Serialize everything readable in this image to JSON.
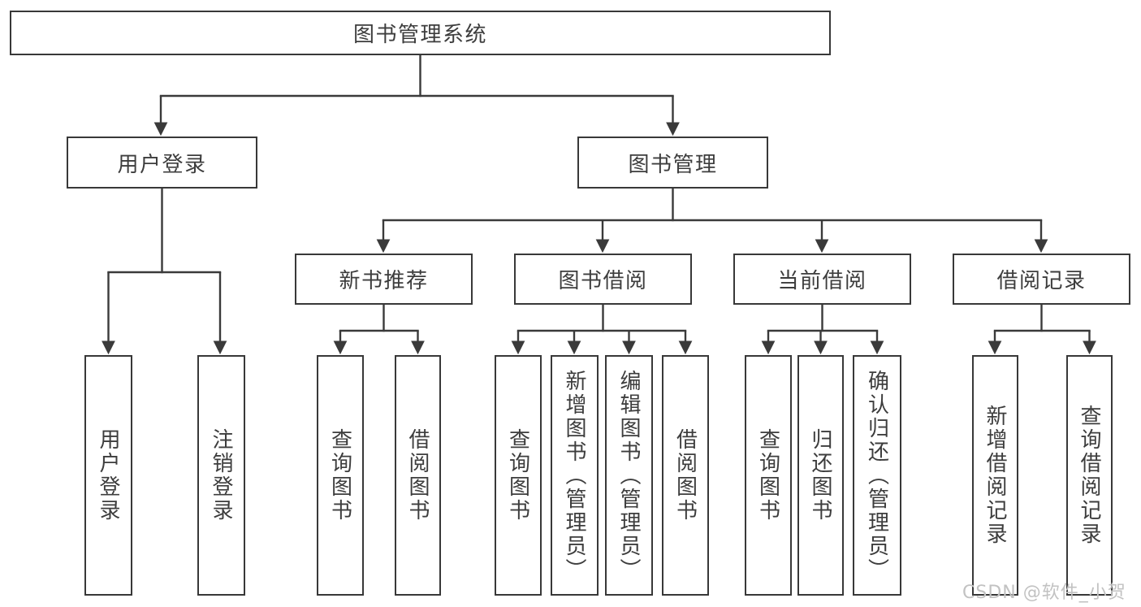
{
  "diagram": {
    "title": "图书管理系统",
    "branches": {
      "user": {
        "label": "用户登录",
        "children": [
          "用户登录",
          "注销登录"
        ]
      },
      "book": {
        "label": "图书管理",
        "modules": [
          {
            "label": "新书推荐",
            "children": [
              "查询图书",
              "借阅图书"
            ]
          },
          {
            "label": "图书借阅",
            "children": [
              "查询图书",
              "新增图书（管理员）",
              "编辑图书（管理员）",
              "借阅图书"
            ]
          },
          {
            "label": "当前借阅",
            "children": [
              "查询图书",
              "归还图书",
              "确认归还（管理员）"
            ]
          },
          {
            "label": "借阅记录",
            "children": [
              "新增借阅记录",
              "查询借阅记录"
            ]
          }
        ]
      }
    }
  },
  "watermark": "CSDN @软件_小贺同学",
  "colors": {
    "line": "#3a3a3a",
    "box_border": "#383838",
    "text": "#3d3d3d",
    "background": "#ffffff",
    "watermark": "#c2c2c2"
  }
}
